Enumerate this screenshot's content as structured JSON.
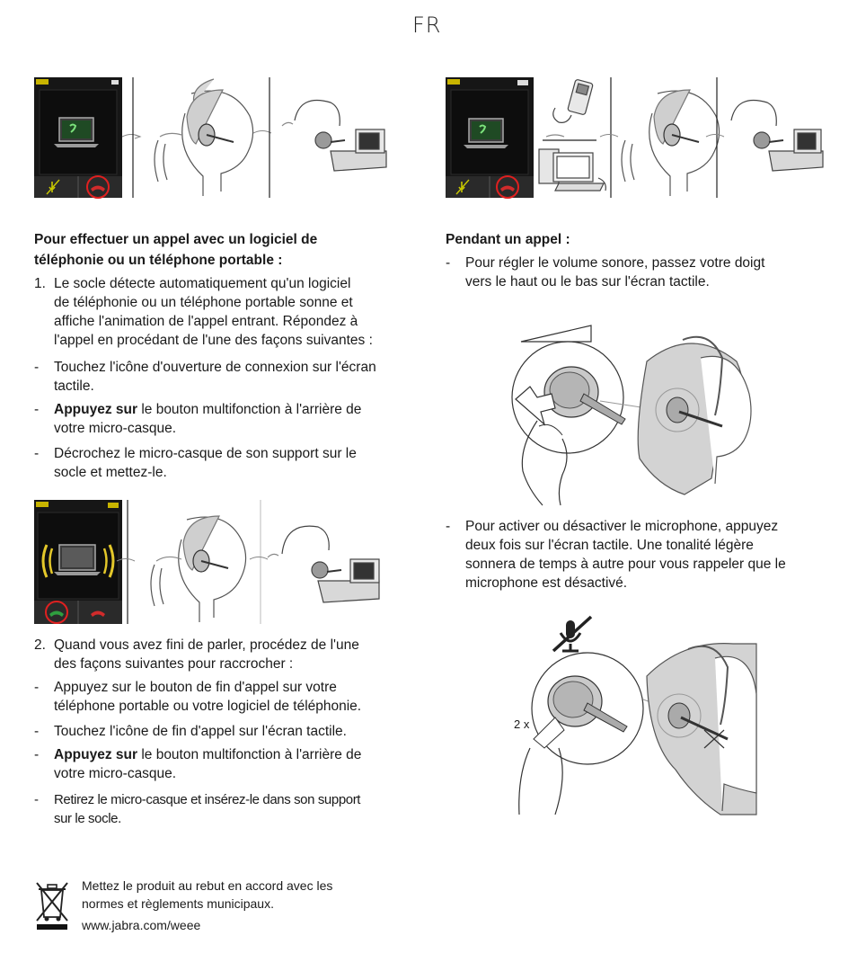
{
  "page": {
    "language": "FR"
  },
  "left": {
    "heading_line1": "Pour effectuer un appel avec un logiciel de",
    "heading_line2": "téléphonie ou un téléphone portable :",
    "step1": {
      "number": "1.",
      "lines": [
        "Le socle détecte automatiquement qu'un logiciel",
        "de téléphonie ou un téléphone portable sonne et",
        "affiche l'animation de l'appel entrant. Répondez à",
        "l'appel en procédant de l'une des façons suivantes :"
      ]
    },
    "step1_options": [
      {
        "dash": "-",
        "bold": "",
        "lines": [
          "Touchez l'icône d'ouverture de connexion sur l'écran",
          "tactile."
        ]
      },
      {
        "dash": "-",
        "bold": "Appuyez sur",
        "lines": [
          " le bouton multifonction à l'arrière de",
          "votre micro-casque."
        ]
      },
      {
        "dash": "-",
        "bold": "",
        "lines": [
          "Décrochez le micro-casque de son support sur le",
          "socle et mettez-le."
        ]
      }
    ],
    "step2": {
      "number": "2.",
      "lines": [
        "Quand vous avez fini de parler, procédez de l'une",
        "des façons suivantes pour raccrocher :"
      ]
    },
    "step2_options": [
      {
        "dash": "-",
        "bold": "",
        "lines": [
          "Appuyez sur le bouton de fin d'appel sur votre",
          "téléphone portable ou votre logiciel de téléphonie."
        ]
      },
      {
        "dash": "-",
        "bold": "",
        "lines": [
          "Touchez l'icône de fin d'appel sur l'écran tactile."
        ]
      },
      {
        "dash": "-",
        "bold": "Appuyez sur",
        "lines": [
          " le bouton multifonction à l'arrière de",
          "votre micro-casque."
        ]
      },
      {
        "dash": "-",
        "bold": "",
        "lines": [
          "Retirez le micro-casque et insérez-le dans son support",
          "sur le socle."
        ]
      }
    ]
  },
  "right": {
    "heading": "Pendant un appel :",
    "options": [
      {
        "dash": "-",
        "lines": [
          "Pour régler le volume sonore, passez votre doigt",
          "vers le haut ou le bas sur l'écran tactile."
        ]
      },
      {
        "dash": "-",
        "lines": [
          "Pour activer ou désactiver le microphone, appuyez",
          "deux fois sur l'écran tactile. Une tonalité légère",
          "sonnera de temps à autre pour vous rappeler que le",
          "microphone est désactivé."
        ]
      }
    ],
    "tap_label": "2 x"
  },
  "footer": {
    "weee_lines": [
      "Mettez le produit au rebut en accord avec les",
      "normes et règlements municipaux."
    ],
    "url": "www.jabra.com/weee"
  },
  "icons": {
    "phone_answer": "phone-answer-icon",
    "phone_hangup": "phone-hangup-icon",
    "mic_mute": "mic-mute-icon",
    "weee_bin": "crossed-bin-icon",
    "laptop": "laptop-icon",
    "battery": "battery-icon",
    "speaker": "speaker-icon"
  },
  "colors": {
    "answer_green": "#2f9e3f",
    "hangup_red": "#d12b2b",
    "screen_dark": "#121212",
    "ring_red": "#e02020",
    "vibrate_yellow": "#e3c72a"
  }
}
